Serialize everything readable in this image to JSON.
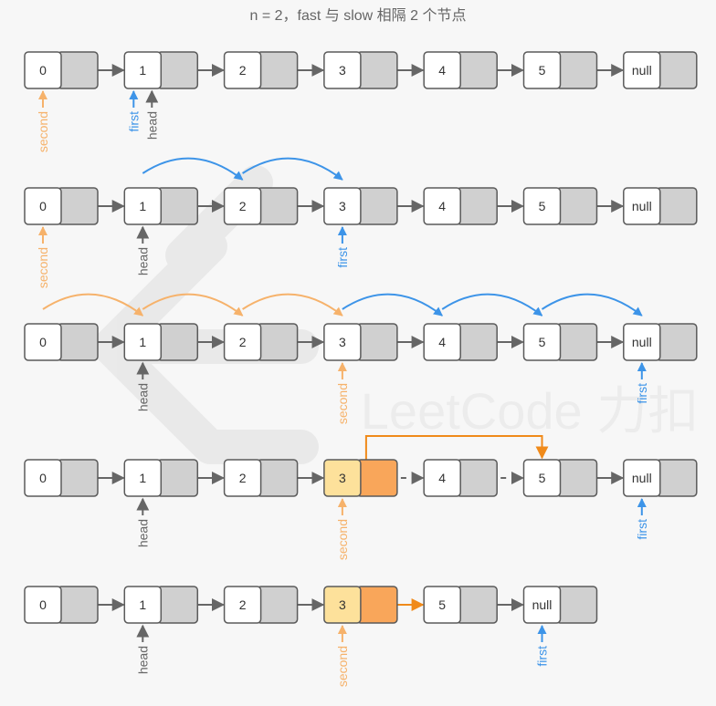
{
  "title": "n = 2，fast 与 slow 相隔 2 个节点",
  "watermark": "LeetCode 力扣",
  "colors": {
    "node_fill": "#ffffff",
    "next_fill": "#d0d0d0",
    "border": "#5a5a5a",
    "link": "#666666",
    "first": "#3d94e8",
    "second": "#f6b26b",
    "hl_value": "#fde19b",
    "hl_next": "#f9a65a",
    "relink": "#f08a1a"
  },
  "rows": [
    {
      "nodes": [
        "0",
        "1",
        "2",
        "3",
        "4",
        "5",
        "null"
      ],
      "pointers": [
        {
          "label": "second",
          "node": 0,
          "color": "second"
        },
        {
          "label": "first",
          "node": 1,
          "color": "first",
          "offset": -1
        },
        {
          "label": "head",
          "node": 1,
          "color": "link",
          "offset": 1
        }
      ],
      "jumps": []
    },
    {
      "nodes": [
        "0",
        "1",
        "2",
        "3",
        "4",
        "5",
        "null"
      ],
      "pointers": [
        {
          "label": "second",
          "node": 0,
          "color": "second"
        },
        {
          "label": "head",
          "node": 1,
          "color": "link"
        },
        {
          "label": "first",
          "node": 3,
          "color": "first"
        }
      ],
      "jumps": [
        {
          "from": 1,
          "to": 2,
          "color": "first"
        },
        {
          "from": 2,
          "to": 3,
          "color": "first"
        }
      ]
    },
    {
      "nodes": [
        "0",
        "1",
        "2",
        "3",
        "4",
        "5",
        "null"
      ],
      "pointers": [
        {
          "label": "head",
          "node": 1,
          "color": "link"
        },
        {
          "label": "second",
          "node": 3,
          "color": "second"
        },
        {
          "label": "first",
          "node": 6,
          "color": "first"
        }
      ],
      "jumps": [
        {
          "from": 0,
          "to": 1,
          "color": "second"
        },
        {
          "from": 1,
          "to": 2,
          "color": "second"
        },
        {
          "from": 2,
          "to": 3,
          "color": "second"
        },
        {
          "from": 3,
          "to": 4,
          "color": "first"
        },
        {
          "from": 4,
          "to": 5,
          "color": "first"
        },
        {
          "from": 5,
          "to": 6,
          "color": "first"
        }
      ]
    },
    {
      "nodes": [
        "0",
        "1",
        "2",
        "3",
        "4",
        "5",
        "null"
      ],
      "highlight": 3,
      "dashed_from": 3,
      "dashed_to": 5,
      "relink": {
        "from": 3,
        "to": 5
      },
      "pointers": [
        {
          "label": "head",
          "node": 1,
          "color": "link"
        },
        {
          "label": "second",
          "node": 3,
          "color": "second"
        },
        {
          "label": "first",
          "node": 6,
          "color": "first"
        }
      ],
      "jumps": []
    },
    {
      "nodes": [
        "0",
        "1",
        "2",
        "3",
        "5",
        "null"
      ],
      "highlight": 3,
      "orange_link": 3,
      "pointers": [
        {
          "label": "head",
          "node": 1,
          "color": "link"
        },
        {
          "label": "second",
          "node": 3,
          "color": "second"
        },
        {
          "label": "first",
          "node": 5,
          "color": "first"
        }
      ],
      "jumps": []
    }
  ]
}
